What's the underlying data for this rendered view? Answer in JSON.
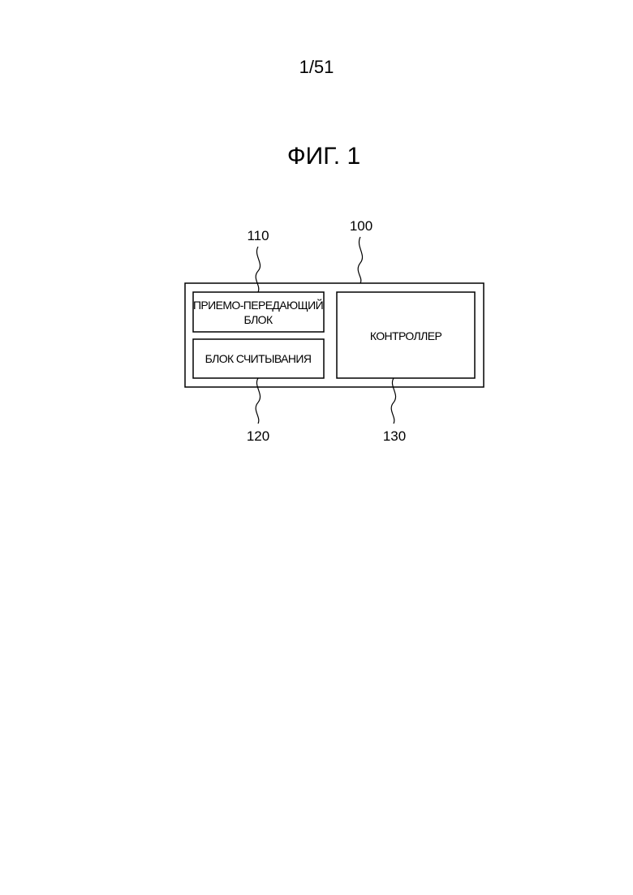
{
  "page": {
    "page_number": "1/51",
    "figure_title": "ФИГ. 1"
  },
  "diagram": {
    "device_ref": "100",
    "transceiver": {
      "ref": "110",
      "label_line1": "ПРИЕМО-ПЕРЕДАЮЩИЙ",
      "label_line2": "БЛОК"
    },
    "reader": {
      "ref": "120",
      "label": "БЛОК СЧИТЫВАНИЯ"
    },
    "controller": {
      "ref": "130",
      "label": "КОНТРОЛЛЕР"
    }
  }
}
